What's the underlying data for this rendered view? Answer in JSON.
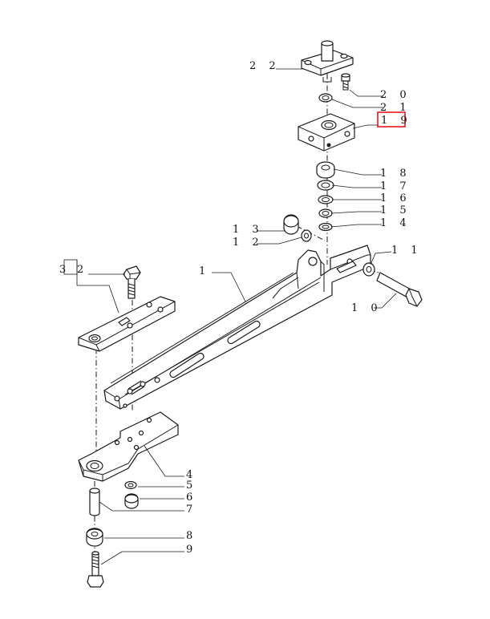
{
  "callouts": [
    {
      "id": "c22",
      "text": "2 2"
    },
    {
      "id": "c20",
      "text": "2 0"
    },
    {
      "id": "c21",
      "text": "2 1"
    },
    {
      "id": "c19",
      "text": "1 9",
      "highlighted": true
    },
    {
      "id": "c18",
      "text": "1 8"
    },
    {
      "id": "c17",
      "text": "1 7"
    },
    {
      "id": "c16",
      "text": "1 6"
    },
    {
      "id": "c15",
      "text": "1 5"
    },
    {
      "id": "c14",
      "text": "1 4"
    },
    {
      "id": "c13",
      "text": "1 3"
    },
    {
      "id": "c12",
      "text": "1 2"
    },
    {
      "id": "c11",
      "text": "1 1"
    },
    {
      "id": "c1",
      "text": "1"
    },
    {
      "id": "c10",
      "text": "1 0"
    },
    {
      "id": "c3",
      "text": "3"
    },
    {
      "id": "c2",
      "text": "2"
    },
    {
      "id": "c4",
      "text": "4"
    },
    {
      "id": "c5",
      "text": "5"
    },
    {
      "id": "c6",
      "text": "6"
    },
    {
      "id": "c7",
      "text": "7"
    },
    {
      "id": "c8",
      "text": "8"
    },
    {
      "id": "c9",
      "text": "9"
    }
  ],
  "colors": {
    "highlight": "#e0191f",
    "line": "#1a1a1a"
  }
}
